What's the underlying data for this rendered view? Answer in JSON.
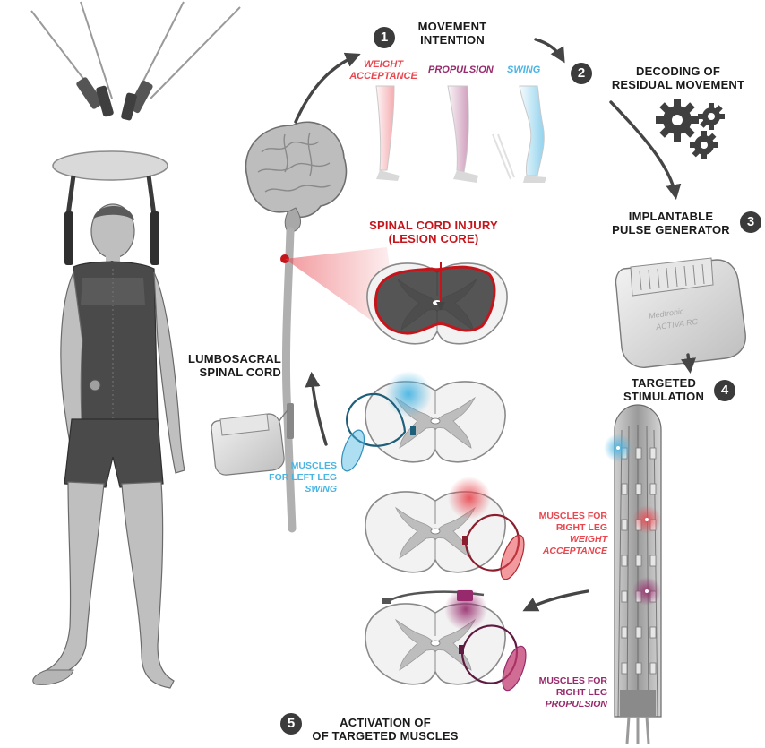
{
  "colors": {
    "swing": "#4ab5e3",
    "weight_acceptance": "#e8474f",
    "propulsion": "#962a6c",
    "lesion": "#c6141b",
    "badge": "#3b3b3b",
    "arrow": "#454545"
  },
  "steps": [
    {
      "number": "1",
      "title": "MOVEMENT\nINTENTION"
    },
    {
      "number": "2",
      "title": "DECODING OF\nRESIDUAL MOVEMENT"
    },
    {
      "number": "3",
      "title": "IMPLANTABLE\nPULSE GENERATOR"
    },
    {
      "number": "4",
      "title": "TARGETED\nSTIMULATION"
    },
    {
      "number": "5",
      "title": "ACTIVATION OF\nOF TARGETED MUSCLES"
    }
  ],
  "gait_phases": {
    "weight_acceptance": "WEIGHT\nACCEPTANCE",
    "propulsion": "PROPULSION",
    "swing": "SWING"
  },
  "lesion_label": "SPINAL CORD INJURY\n(LESION CORE)",
  "lumbosacral_label": "LUMBOSACRAL\nSPINAL CORD",
  "device_brand": "Medtronic",
  "device_model": "ACTIVA RC",
  "muscles": {
    "left_swing": {
      "text": "MUSCLES\nFOR LEFT LEG",
      "phase": "SWING"
    },
    "right_weight": {
      "text": "MUSCLES FOR\nRIGHT LEG",
      "phase": "WEIGHT\nACCEPTANCE"
    },
    "right_propulsion": {
      "text": "MUSCLES FOR\nRIGHT LEG",
      "phase": "PROPULSION"
    }
  },
  "icons": [
    "brain-icon",
    "gears-icon",
    "pulse-generator-icon",
    "electrode-array-icon",
    "support-harness-icon",
    "spinal-cross-section-icon"
  ]
}
